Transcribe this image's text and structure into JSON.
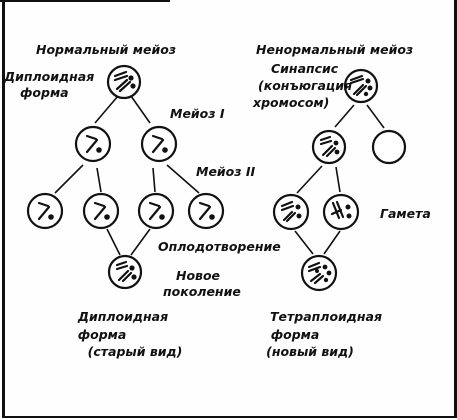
{
  "labels": {
    "normal_meiosis": "Нормальный мейоз",
    "abnormal_meiosis": "Ненормальный мейоз",
    "diploid_form_line1": "Диплоидная",
    "diploid_form_line2": "форма",
    "synapsis_line1": "Синапсис",
    "synapsis_line2": "(конъюгация",
    "synapsis_line3": "хромосом)",
    "meiosis1": "Мейоз I",
    "meiosis2": "Мейоз II",
    "gamete": "Гамета",
    "fertilization": "Оплодотворение",
    "new_generation_line1": "Новое",
    "new_generation_line2": "поколение",
    "old_species_line1": "Диплоидная",
    "old_species_line2": "форма",
    "old_species_line3": "(старый вид)",
    "new_species_line1": "Тетраплоидная",
    "new_species_line2": "форма",
    "new_species_line3": "(новый вид)"
  },
  "colors": {
    "ink": "#111111",
    "paper": "#fefefe"
  }
}
